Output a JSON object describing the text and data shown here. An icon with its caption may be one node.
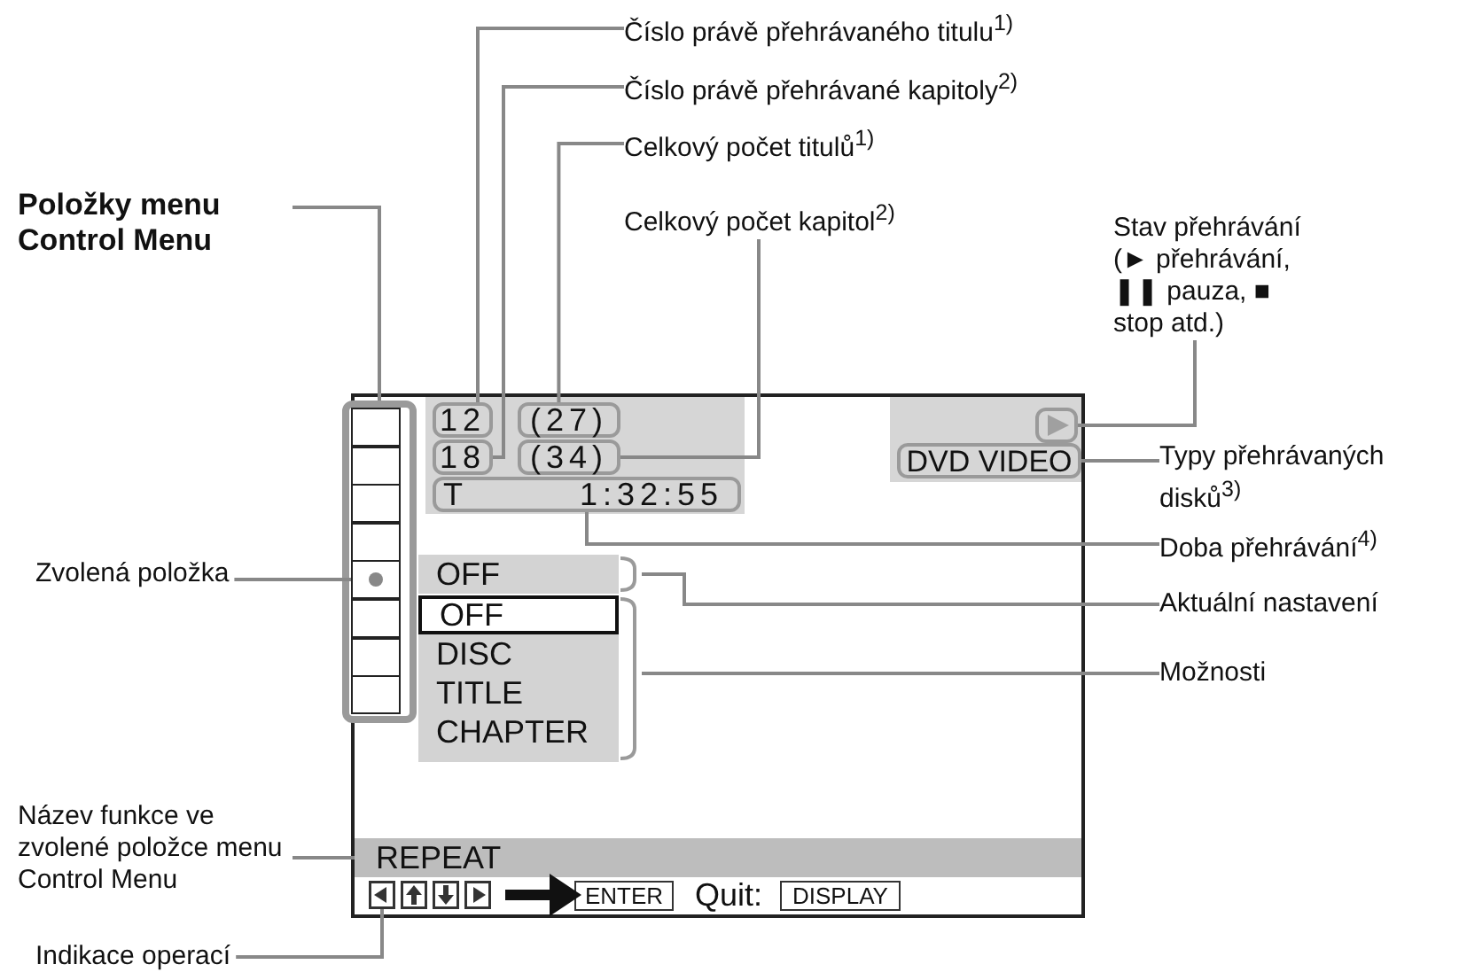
{
  "diagram": {
    "nodes": [
      {
        "text": [],
        "shape": "box"
      },
      {
        "text": [],
        "shape": "box",
        "in": 0
      },
      {
        "text": [],
        "shape": "box",
        "in": 1
      },
      {
        "text": [
          "12"
        ],
        "in": 0
      },
      {
        "text": [
          "(27)"
        ],
        "in": 0
      },
      {
        "text": [
          "18"
        ],
        "in": 0
      },
      {
        "text": [
          "(34)"
        ],
        "in": 0
      },
      {
        "text": [
          "T",
          "1:32:55"
        ],
        "in": 0
      },
      {
        "text": [],
        "shape": "box",
        "in": 0
      },
      {
        "text": [
          "DVD VIDEO"
        ],
        "in": 0
      },
      {
        "text": [
          "OFF"
        ],
        "in": 0
      },
      {
        "text": [],
        "shape": "box",
        "in": 0
      },
      {
        "text": [
          "OFF"
        ],
        "in": 11
      },
      {
        "text": [
          "DISC"
        ],
        "in": 11
      },
      {
        "text": [
          "TITLE"
        ],
        "in": 11
      },
      {
        "text": [
          "CHAPTER"
        ],
        "in": 11
      },
      {
        "text": [
          "REPEAT"
        ],
        "in": 0
      },
      {
        "text": [],
        "shape": "box",
        "in": 0
      },
      {
        "text": [
          "ENTER"
        ],
        "in": 0
      },
      {
        "text": [
          "DISPLAY"
        ],
        "in": 0
      },
      {
        "text": [
          "Číslo právě přehrávaného titulu$^{1)}$"
        ]
      },
      {
        "text": [
          "Číslo právě přehrávané kapitoly$^{2)}$"
        ]
      },
      {
        "text": [
          "Celkový počet titulů$^{1)}$"
        ]
      },
      {
        "text": [
          "Celkový počet kapitol$^{2)}$"
        ]
      },
      {
        "text": [
          "Položky menu Control Menu"
        ]
      },
      {
        "text": [
          "Stav přehrávání (► přehrávání, ❚❚ pauza, ■ stop atd.)"
        ]
      },
      {
        "text": [
          "Typy přehrávaných disků$^{3)}$"
        ]
      },
      {
        "text": [
          "Doba přehrávání$^{4)}$"
        ]
      },
      {
        "text": [
          "Zvolená položka"
        ]
      },
      {
        "text": [
          "Aktuální nastavení"
        ]
      },
      {
        "text": [
          "Možnosti"
        ]
      },
      {
        "text": [
          "Název funkce ve zvolené položce menu Control Menu"
        ]
      },
      {
        "text": [
          "Indikace operací"
        ]
      }
    ],
    "edges": [
      {
        "from": 20,
        "to": 3,
        "arrow": "none"
      },
      {
        "from": 21,
        "to": 5,
        "arrow": "none"
      },
      {
        "from": 22,
        "to": 4,
        "arrow": "none"
      },
      {
        "from": 23,
        "to": 6,
        "arrow": "none"
      },
      {
        "from": 24,
        "to": 1,
        "arrow": "none"
      },
      {
        "from": 25,
        "to": 8,
        "arrow": "none"
      },
      {
        "from": 26,
        "to": 9,
        "arrow": "none"
      },
      {
        "from": 27,
        "to": 7,
        "arrow": "none"
      },
      {
        "from": 28,
        "to": 2,
        "arrow": "none"
      },
      {
        "from": 29,
        "to": 10,
        "arrow": "none"
      },
      {
        "from": 30,
        "to": 11,
        "arrow": "none"
      },
      {
        "from": 31,
        "to": 16,
        "arrow": "none"
      },
      {
        "from": 32,
        "to": 17,
        "arrow": "none"
      },
      {
        "from": 17,
        "to": 18,
        "arrow": "to",
        "style": "thick",
        "color": "#111111"
      }
    ],
    "labels": [
      "Quit:"
    ]
  }
}
